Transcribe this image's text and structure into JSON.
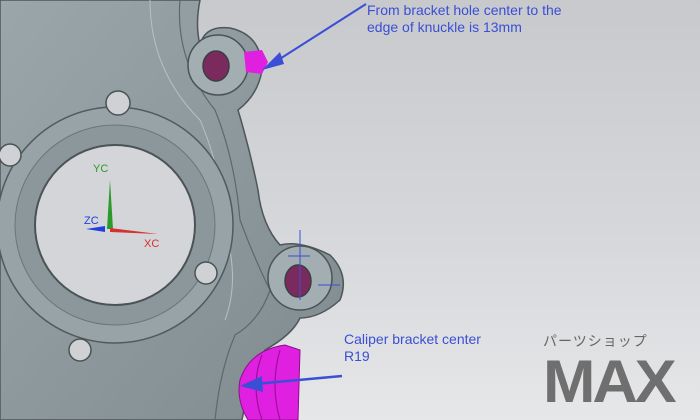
{
  "annotations": {
    "hole_edge_note": "From bracket hole center to the edge of knuckle is 13mm",
    "caliper_note": "Caliper bracket center R19"
  },
  "axes": {
    "x": "XC",
    "y": "YC",
    "z": "ZC"
  },
  "logo": {
    "kana": "パーツショップ",
    "name": "MAX"
  },
  "colors": {
    "annotation": "#3a4fd6",
    "highlight": "#e020e0",
    "part": "#8d999d",
    "x_axis": "#d83030",
    "y_axis": "#2a9a2a",
    "z_axis": "#2040e0"
  }
}
